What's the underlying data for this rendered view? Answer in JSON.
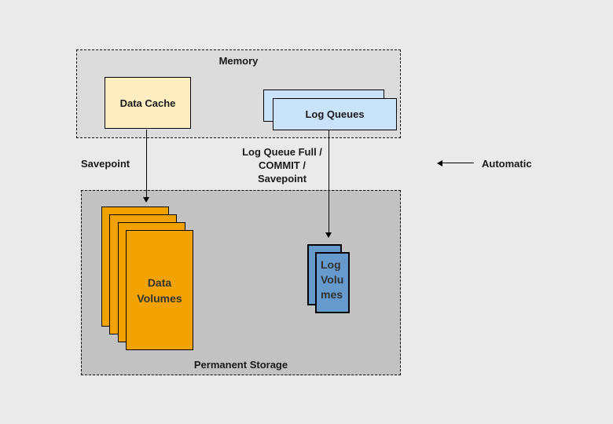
{
  "colors": {
    "background": "#EAEAEA",
    "memory_fill": "#DCDCDC",
    "storage_fill": "#C2C2C2",
    "data_cache_fill": "#FDEEC1",
    "log_queue_fill": "#C8E3FA",
    "data_volume_fill": "#F2A202",
    "log_volume_fill": "#6699CC",
    "line_color": "#000000"
  },
  "memory": {
    "title": "Memory",
    "data_cache_label": "Data Cache",
    "log_queues_label": "Log Queues"
  },
  "storage": {
    "title": "Permanent Storage",
    "data_volumes_label": "Data Volumes",
    "log_volumes_label": "Log Volumes"
  },
  "annotations": {
    "savepoint": "Savepoint",
    "log_flush": "Log Queue Full /\nCOMMIT /\nSavepoint",
    "legend": "Automatic"
  }
}
